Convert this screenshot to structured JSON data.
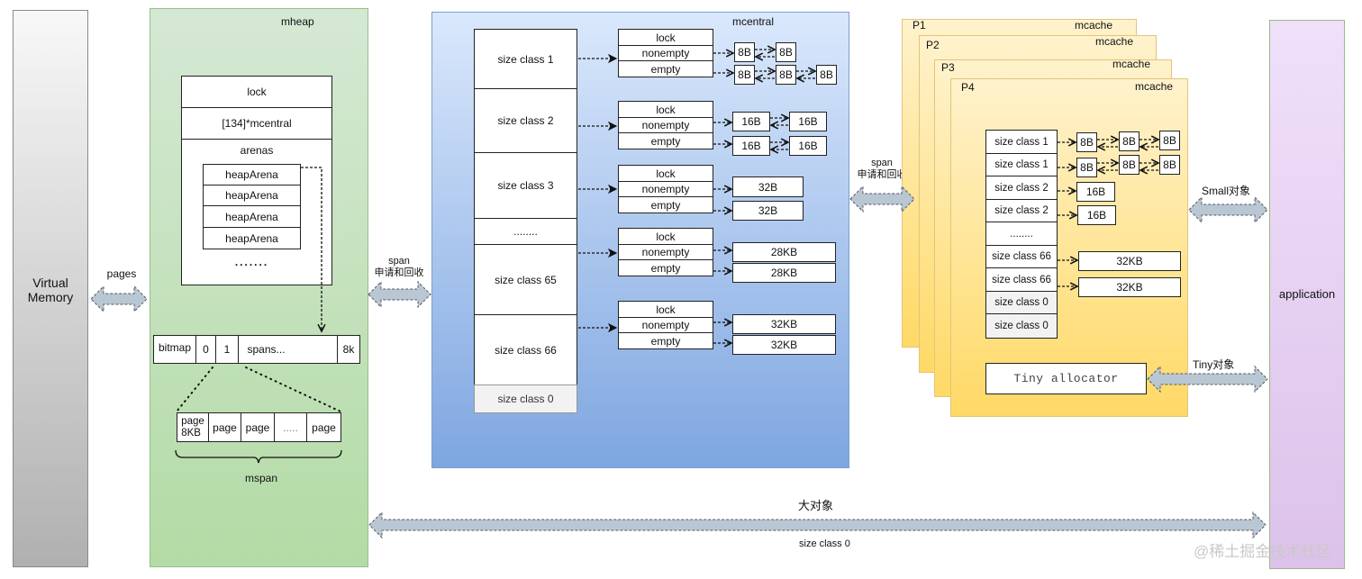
{
  "virtual_memory": {
    "label": "Virtual Memory"
  },
  "pages_arrow": {
    "label": "pages"
  },
  "mheap": {
    "title": "mheap",
    "fields": [
      "lock",
      "[134]*mcentral",
      "arenas"
    ],
    "heap_arenas": [
      "heapArena",
      "heapArena",
      "heapArena",
      "heapArena"
    ],
    "ellipsis": ".......",
    "arena_row": [
      "bitmap",
      "0",
      "1",
      "spans...",
      "8k"
    ],
    "pages": [
      "page\n8KB",
      "page",
      "page",
      ".....",
      "page"
    ],
    "mspan_label": "mspan"
  },
  "span_arrow_left": {
    "line1": "span",
    "line2": "申请和回收"
  },
  "mcentral": {
    "title": "mcentral",
    "size_classes": [
      "size class 1",
      "size class 2",
      "size class 3",
      "........",
      "size class 65",
      "size class 66",
      "size class 0"
    ],
    "groups": [
      {
        "fields": [
          "lock",
          "nonempty",
          "empty"
        ],
        "nonempty": [
          "8B",
          "8B"
        ],
        "empty": [
          "8B",
          "8B",
          "8B"
        ]
      },
      {
        "fields": [
          "lock",
          "nonempty",
          "empty"
        ],
        "nonempty": [
          "16B",
          "16B"
        ],
        "empty": [
          "16B",
          "16B"
        ]
      },
      {
        "fields": [
          "lock",
          "nonempty",
          "empty"
        ],
        "nonempty": [
          "32B"
        ],
        "empty": [
          "32B"
        ]
      },
      {
        "fields": [
          "lock",
          "nonempty",
          "empty"
        ],
        "nonempty": [
          "28KB"
        ],
        "empty": [
          "28KB"
        ]
      },
      {
        "fields": [
          "lock",
          "nonempty",
          "empty"
        ],
        "nonempty": [
          "32KB"
        ],
        "empty": [
          "32KB"
        ]
      }
    ]
  },
  "span_arrow_right": {
    "line1": "span",
    "line2": "申请和回收"
  },
  "processors": [
    {
      "name": "P1",
      "label": "mcache"
    },
    {
      "name": "P2",
      "label": "mcache"
    },
    {
      "name": "P3",
      "label": "mcache"
    },
    {
      "name": "P4",
      "label": "mcache"
    }
  ],
  "mcache": {
    "size_classes": [
      "size class 1",
      "size class 1",
      "size class 2",
      "size class 2",
      "........",
      "size class 66",
      "size class 66",
      "size class 0",
      "size class 0"
    ],
    "blocks": [
      [
        "8B",
        "8B",
        "8B"
      ],
      [
        "8B",
        "8B",
        "8B"
      ],
      [
        "16B"
      ],
      [
        "16B"
      ],
      [],
      [
        "32KB"
      ],
      [
        "32KB"
      ]
    ],
    "tiny_allocator": "Tiny allocator"
  },
  "small_arrow": {
    "label": "Small对象"
  },
  "tiny_arrow": {
    "label": "Tiny对象"
  },
  "application": {
    "label": "application"
  },
  "large_arrow": {
    "label_top": "大对象",
    "label_bottom": "size class 0"
  },
  "watermark": "@稀土掘金技术社区",
  "colors": {
    "mheap": "#d5e8d4",
    "mcentral": "#7ea6e0",
    "mcache": "#ffd966",
    "application": "#e1d5e7",
    "arrow_fill": "#b9c7d3"
  }
}
